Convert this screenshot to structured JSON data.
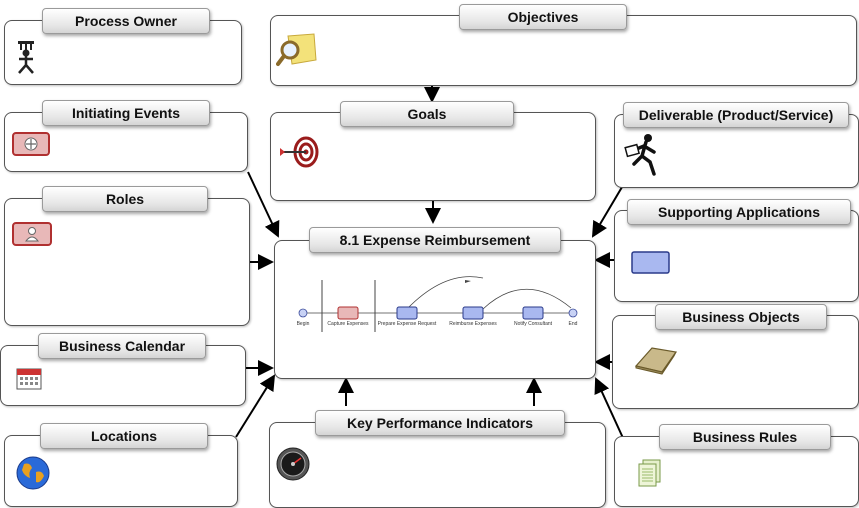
{
  "boxes": {
    "process_owner": "Process Owner",
    "objectives": "Objectives",
    "goals": "Goals",
    "initiating_events": "Initiating Events",
    "deliverable": "Deliverable (Product/Service)",
    "roles": "Roles",
    "supporting_applications": "Supporting Applications",
    "center": "8.1 Expense Reimbursement",
    "business_objects": "Business Objects",
    "business_calendar": "Business Calendar",
    "locations": "Locations",
    "kpi": "Key Performance Indicators",
    "business_rules": "Business Rules"
  },
  "flow": {
    "begin": "Begin",
    "capture": "Capture Expenses",
    "prepare": "Prepare Expense Request",
    "reimburse": "Reimburse Expenses",
    "notify": "Notify Consultant",
    "end": "End"
  },
  "colors": {
    "event_red": "#c0504d",
    "app_blue": "#a9b8f0",
    "arrow": "#000000"
  },
  "icons": {
    "process_owner": "person-icon",
    "objectives": "magnifier-note-icon",
    "goals": "target-icon",
    "initiating_events": "event-icon",
    "deliverable": "runner-icon",
    "roles": "role-icon",
    "supporting_applications": "application-icon",
    "business_objects": "folder-icon",
    "business_calendar": "calendar-icon",
    "locations": "globe-icon",
    "kpi": "gauge-icon",
    "business_rules": "documents-icon"
  }
}
